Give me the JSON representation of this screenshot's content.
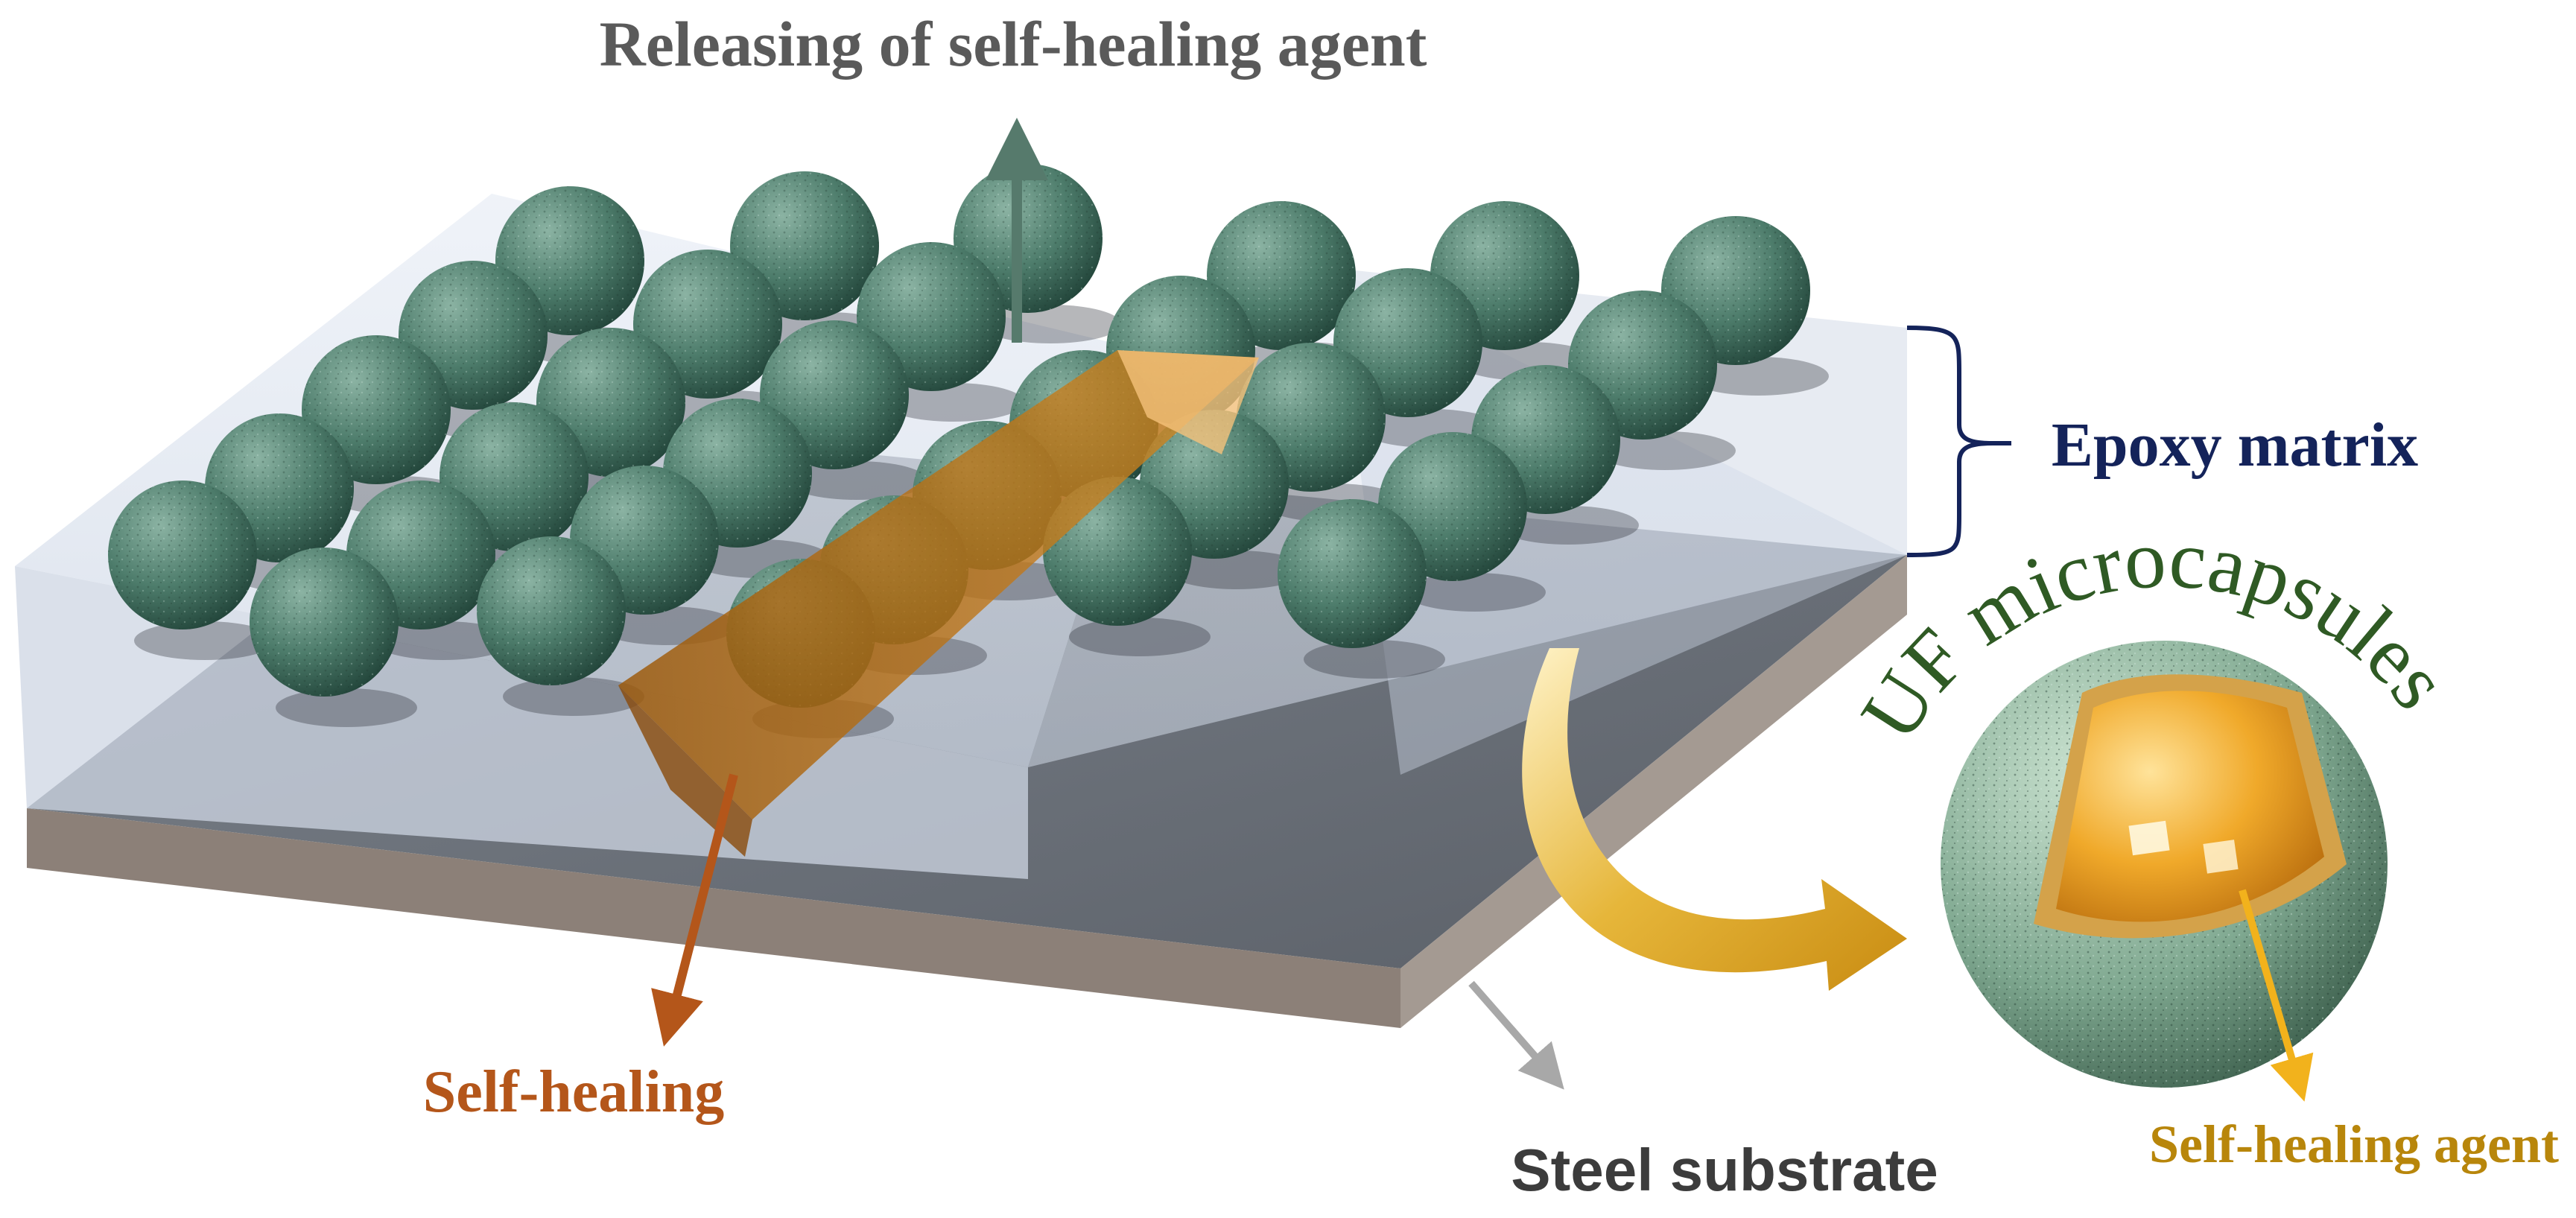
{
  "labels": {
    "releasing": "Releasing of self-healing agent",
    "epoxy": "Epoxy matrix",
    "microcapsules": "UF microcapsules",
    "self_healing": "Self-healing",
    "steel": "Steel substrate",
    "agent": "Self-healing agent"
  },
  "colors": {
    "releasing_text": "#5a5a5a",
    "epoxy_text": "#14235a",
    "microcapsules_text": "#2f5a24",
    "self_healing_text": "#b4561a",
    "steel_text": "#3c3c3c",
    "agent_text": "#b8860b",
    "capsule": "#4f7f6e",
    "crack_fill": "#b06a10",
    "epoxy_block": "#dce3ef",
    "steel_top": "#6f7680",
    "steel_side": "#8c8078",
    "release_arrow": "#567a6c",
    "steel_arrow": "#a8a8a8",
    "curved_arrow": "#d9a326"
  }
}
